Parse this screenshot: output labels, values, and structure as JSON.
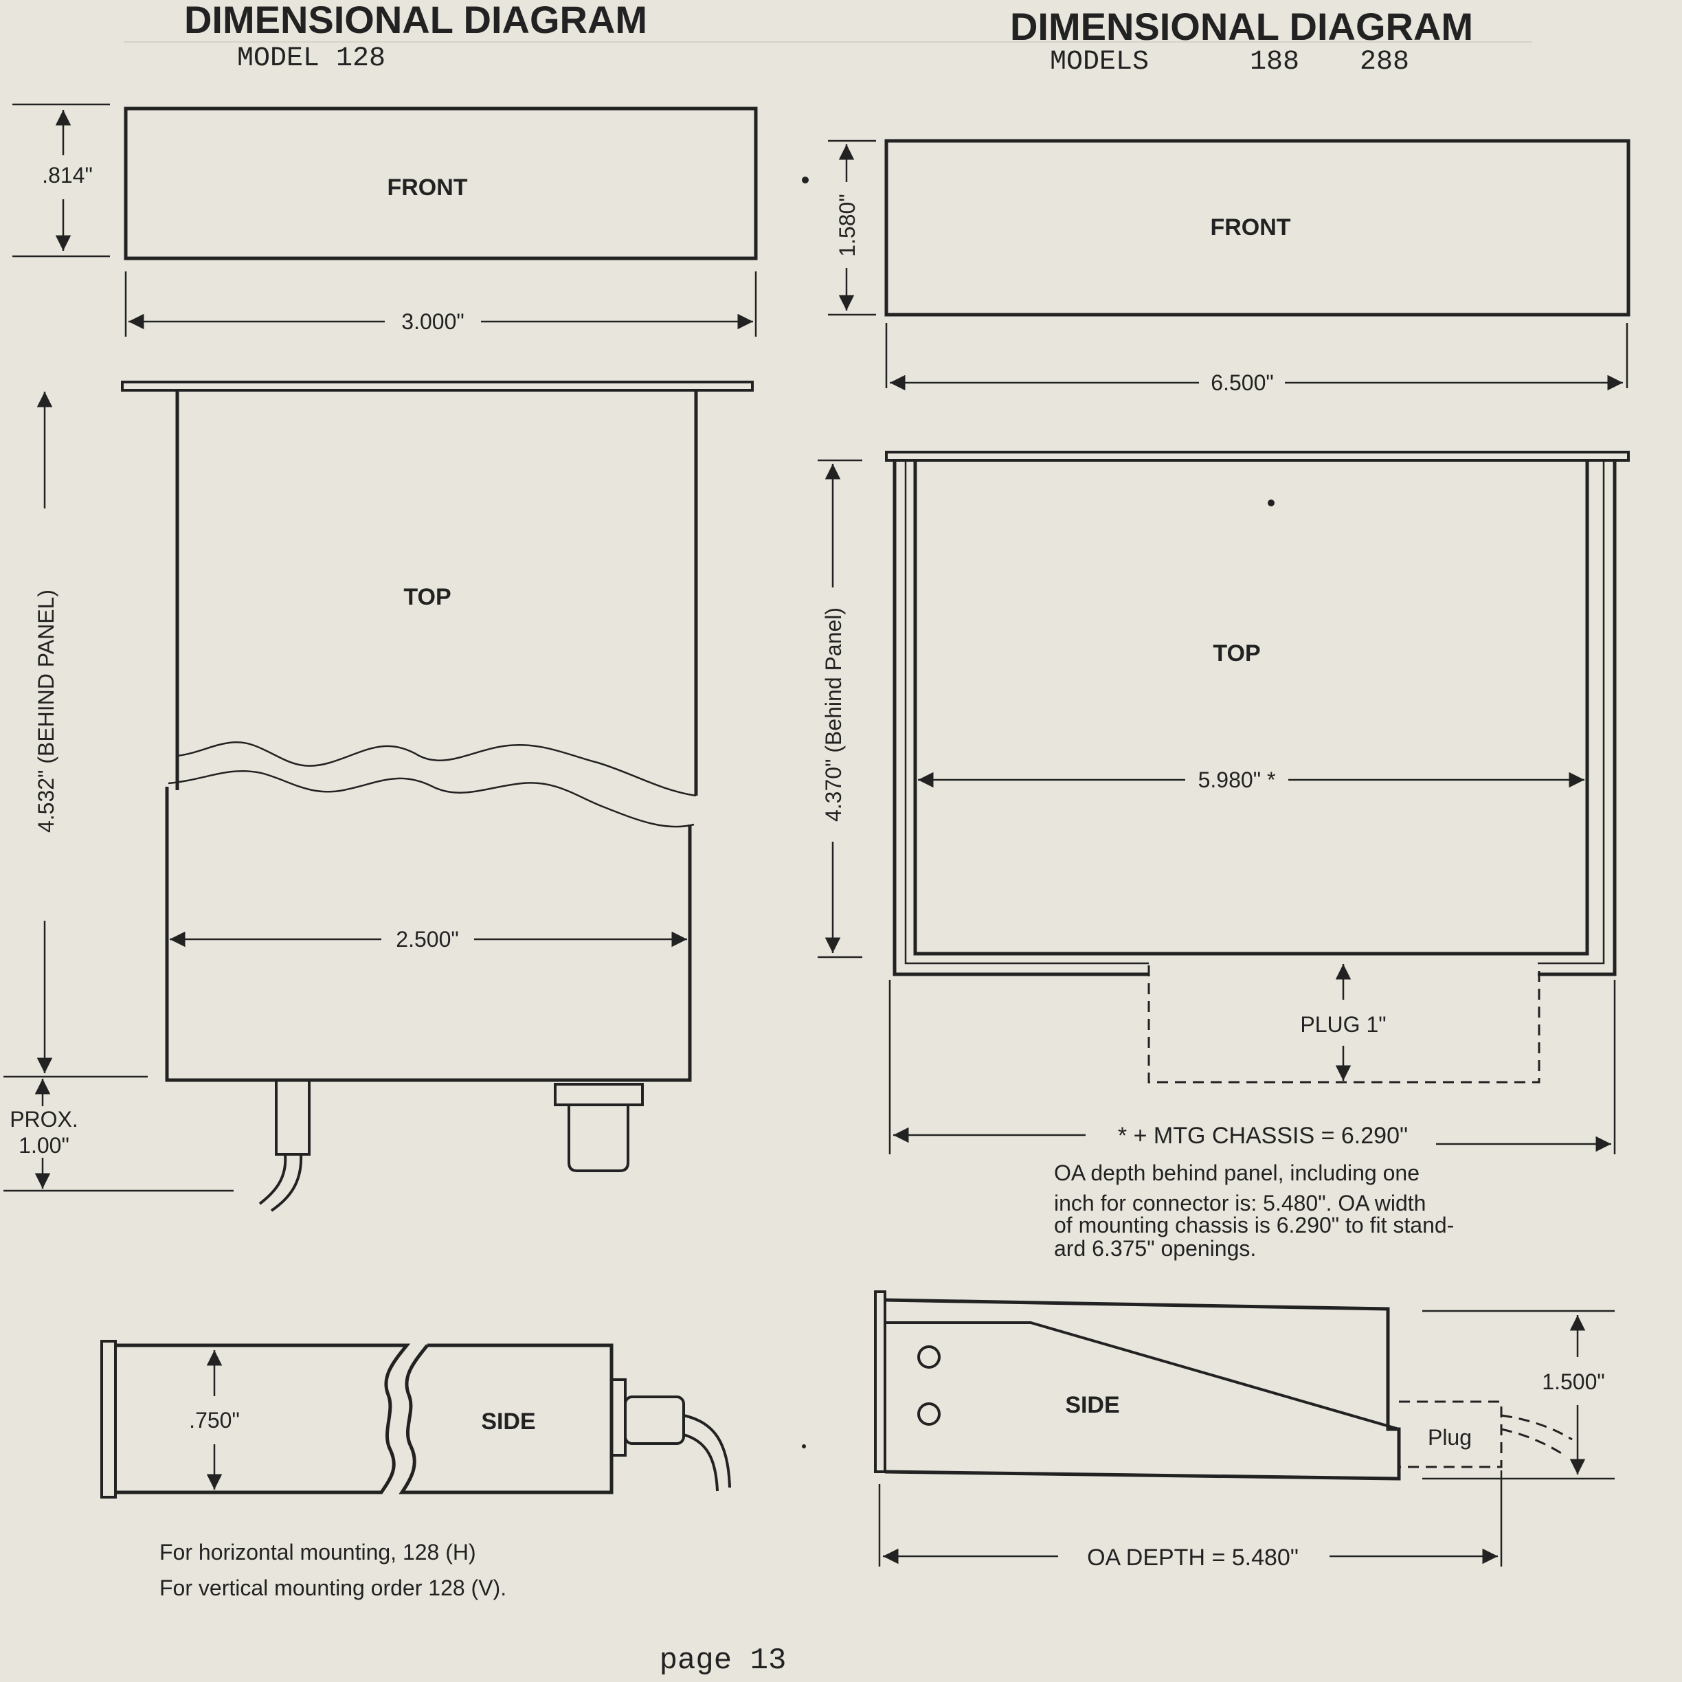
{
  "left": {
    "title": "DIMENSIONAL DIAGRAM",
    "subtitle": "MODEL 128",
    "front_label": "FRONT",
    "front_height": ".814\"",
    "front_width": "3.000\"",
    "top_label": "TOP",
    "behind_panel": "4.532\"  (BEHIND PANEL)",
    "inner_width": "2.500\"",
    "prox_label": "PROX.",
    "prox_value": "1.00\"",
    "side_label": "SIDE",
    "side_height": ".750\"",
    "note_line1": "For horizontal mounting, 128 (H)",
    "note_line2": "For vertical mounting order 128 (V)."
  },
  "right": {
    "title": "DIMENSIONAL DIAGRAM",
    "subtitle_models": "MODELS",
    "subtitle_188": "188",
    "subtitle_288": "288",
    "front_label": "FRONT",
    "front_height": "1.580\"",
    "front_width": "6.500\"",
    "top_label": "TOP",
    "behind_panel": "4.370\" (Behind Panel)",
    "inner_width": "5.980\" *",
    "plug_label": "PLUG 1\"",
    "mtg_chassis": "* + MTG CHASSIS = 6.290\"",
    "note_line1": "OA depth behind panel, including one",
    "note_line2": "inch for connector is: 5.480\". OA width",
    "note_line3": "of mounting chassis is 6.290\" to fit stand-",
    "note_line4": "ard 6.375\" openings.",
    "side_label": "SIDE",
    "side_plug": "Plug",
    "side_height": "1.500\"",
    "oa_depth": "OA DEPTH = 5.480\""
  },
  "footer": {
    "page": "page 13"
  },
  "colors": {
    "paper": "#e8e6dc",
    "ink": "#222222",
    "bleed": "#c9c6ba"
  }
}
